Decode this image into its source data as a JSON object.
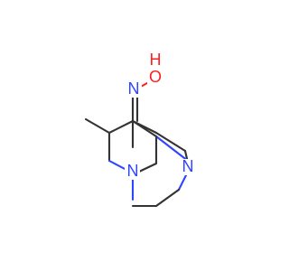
{
  "diagram": {
    "atoms": {
      "o_label": "O",
      "h_label": "H",
      "n_oxime_label": "N",
      "n_right_label": "N",
      "n_left_label": "N"
    },
    "colors": {
      "bond": "#333333",
      "nitrogen": "#2f46ff",
      "oxygen": "#ff1f1f"
    }
  }
}
